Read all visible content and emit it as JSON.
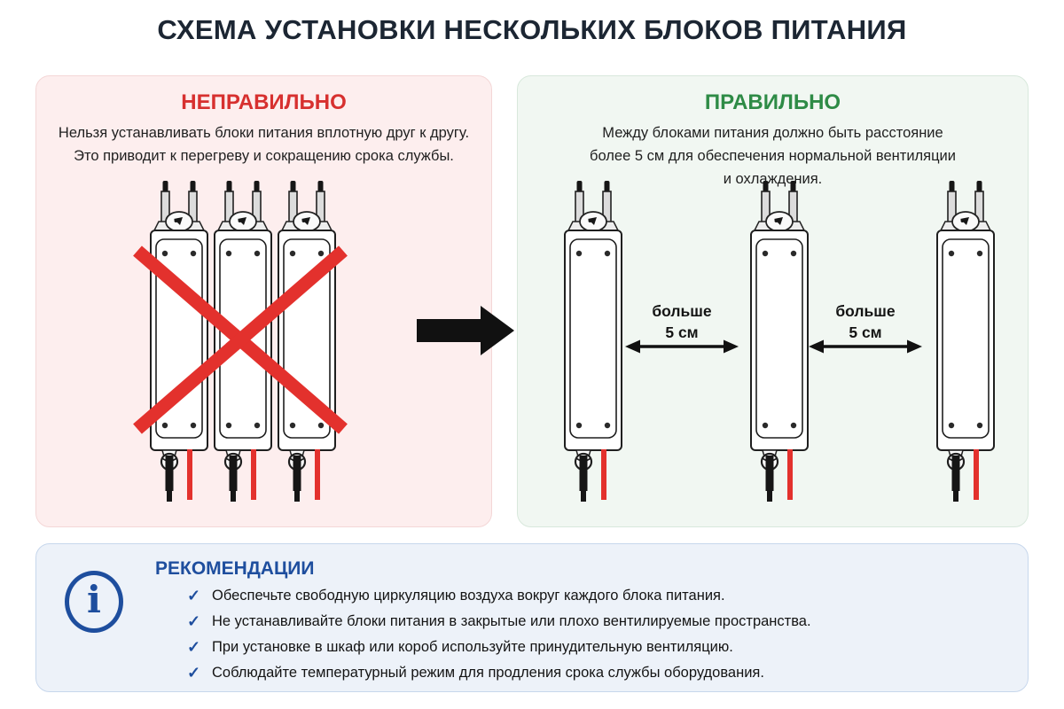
{
  "title": "СХЕМА УСТАНОВКИ НЕСКОЛЬКИХ БЛОКОВ ПИТАНИЯ",
  "wrong_panel": {
    "heading": "НЕПРАВИЛЬНО",
    "description_lines": [
      "Нельзя устанавливать блоки питания вплотную друг к другу.",
      "Это приводит к перегреву и сокращению срока службы."
    ]
  },
  "correct_panel": {
    "heading": "ПРАВИЛЬНО",
    "description_lines": [
      "Между блоками питания должно быть расстояние",
      "более 5 см для обеспечения нормальной вентиляции",
      "и охлаждения."
    ],
    "spacing_labels": [
      {
        "line1": "больше",
        "line2": "5 см"
      },
      {
        "line1": "больше",
        "line2": "5 см"
      }
    ]
  },
  "recommendations": {
    "heading": "РЕКОМЕНДАЦИИ",
    "check_glyph": "✓",
    "info_glyph": "i",
    "items": [
      "Обеспечьте свободную циркуляцию воздуха вокруг каждого блока питания.",
      "Не устанавливайте блоки питания в закрытые или плохо вентилируемые пространства.",
      "При установке в шкаф или короб используйте принудительную вентиляцию.",
      "Соблюдайте температурный режим для продления срока службы оборудования."
    ]
  },
  "icons": {
    "cross": "red-x-crossout",
    "transition_arrow": "black-right-arrow",
    "spacing_arrow": "double-headed-arrow",
    "info": "circled-i",
    "check": "checkmark"
  },
  "colors": {
    "title": "#1c2633",
    "wrong_accent": "#d7302f",
    "wrong_panel_bg": "#fdeeee",
    "correct_accent": "#2e8b46",
    "correct_panel_bg": "#f1f7f2",
    "recommend_accent": "#1e4e9e",
    "recommend_panel_bg": "#edf2f9",
    "cross_red": "#e3312d",
    "wire_red": "#e3312d",
    "wire_black": "#161616",
    "arrow_black": "#111111"
  }
}
